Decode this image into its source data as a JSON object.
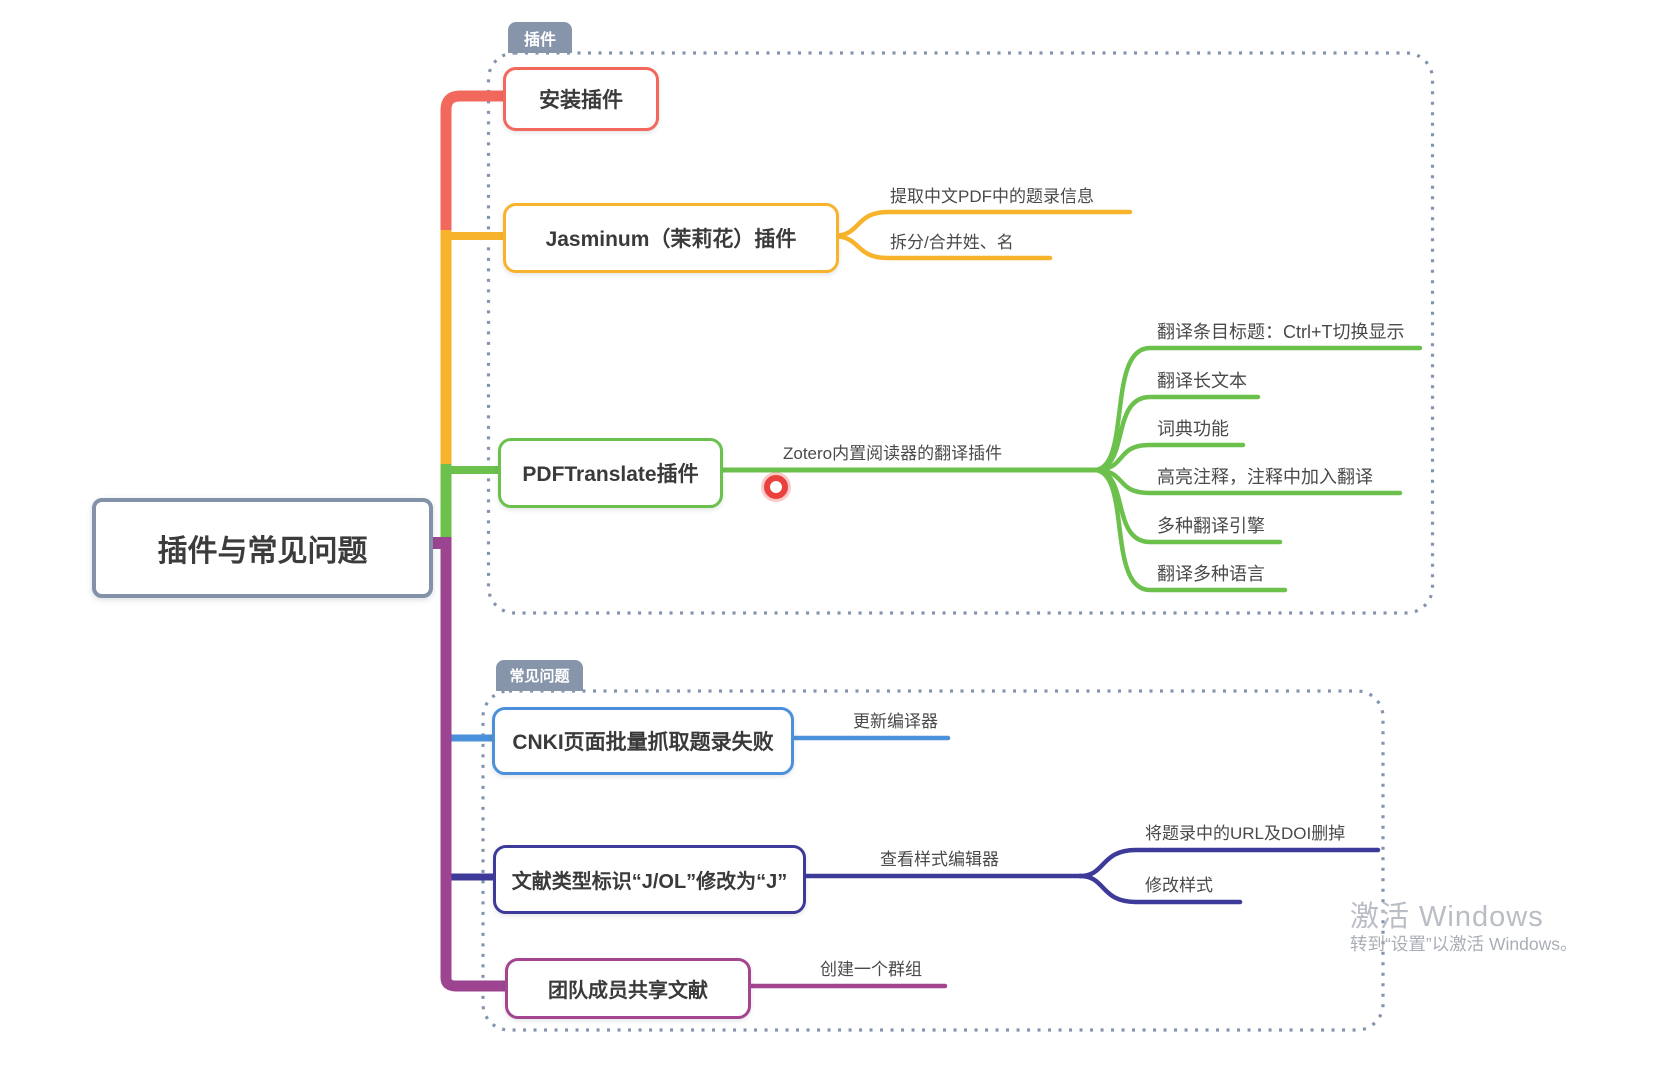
{
  "root": {
    "label": "插件与常见问题"
  },
  "groups": [
    {
      "tag": "插件",
      "nodes": [
        {
          "label": "安装插件",
          "color": "#f2685c"
        },
        {
          "label": "Jasminum（茉莉花）插件",
          "color": "#f8b32c",
          "children": [
            "提取中文PDF中的题录信息",
            "拆分/合并姓、名"
          ]
        },
        {
          "label": "PDFTranslate插件",
          "color": "#6cc04c",
          "branch_label": "Zotero内置阅读器的翻译插件",
          "children": [
            "翻译条目标题：Ctrl+T切换显示",
            "翻译长文本",
            "词典功能",
            "高亮注释，注释中加入翻译",
            "多种翻译引擎",
            "翻译多种语言"
          ]
        }
      ]
    },
    {
      "tag": "常见问题",
      "nodes": [
        {
          "label": "CNKI页面批量抓取题录失败",
          "color": "#4a90da",
          "children": [
            "更新编译器"
          ]
        },
        {
          "label": "文献类型标识“J/OL”修改为“J”",
          "color": "#3d3a99",
          "children": [
            {
              "label": "查看样式编辑器",
              "children": [
                "将题录中的URL及DOI删掉",
                "修改样式"
              ]
            }
          ]
        },
        {
          "label": "团队成员共享文献",
          "color": "#a4458f",
          "children": [
            "创建一个群组"
          ]
        }
      ]
    }
  ],
  "colors": {
    "red_branch": "#f2685c",
    "yellow_branch": "#f8b32c",
    "green_branch": "#6cc04c",
    "blue_branch": "#4a90da",
    "indigo_branch": "#3d3a99",
    "magenta_branch": "#a4458f",
    "trunk_purple": "#9c4490",
    "group_outline": "#8494ac",
    "cursor_ring": "#e8413e"
  },
  "watermark": {
    "line1": "激活 Windows",
    "line2": "转到“设置”以激活 Windows。"
  }
}
